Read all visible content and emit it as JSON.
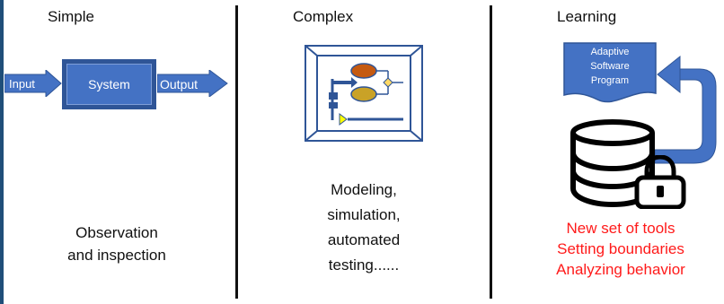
{
  "columns": {
    "simple": {
      "title": "Simple",
      "diagram": {
        "input_label": "Input",
        "system_label": "System",
        "output_label": "Output"
      },
      "caption_lines": [
        "Observation",
        "and inspection"
      ]
    },
    "complex": {
      "title": "Complex",
      "caption_lines": [
        "Modeling,",
        "simulation,",
        "automated",
        "testing......"
      ]
    },
    "learning": {
      "title": "Learning",
      "program_lines": [
        "Adaptive",
        "Software",
        "Program"
      ],
      "caption_lines": [
        "New set of tools",
        "Setting boundaries",
        "Analyzing behavior"
      ]
    }
  },
  "colors": {
    "accent": "#1f4e79",
    "diagram_blue": "#4472c4",
    "diagram_dark_blue": "#2f5597",
    "highlight_red": "#ff1a1a",
    "orange": "#c55a11",
    "gold": "#c9a227",
    "yellow": "#ffff00"
  },
  "icons": {
    "database": "database-icon",
    "lock": "lock-icon",
    "return_arrow": "curved-return-arrow-icon"
  }
}
